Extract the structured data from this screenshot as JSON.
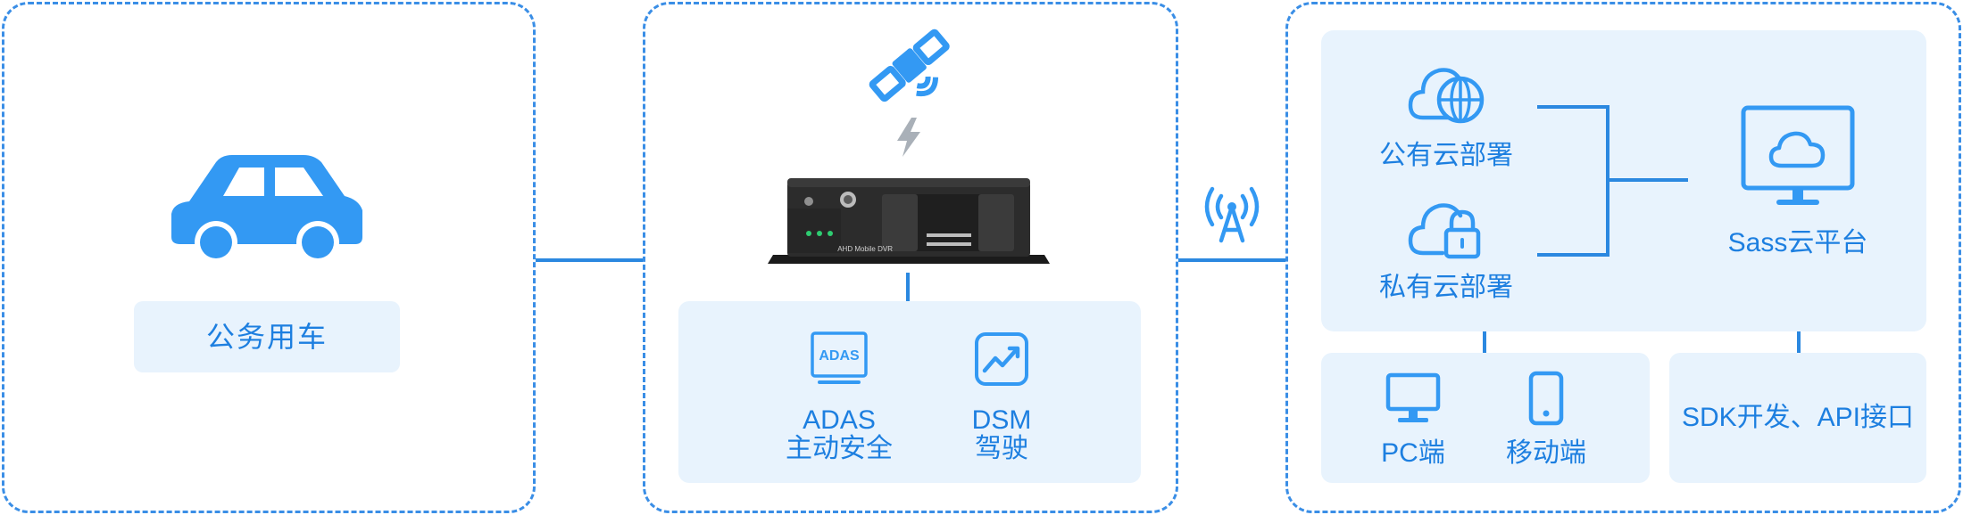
{
  "vehicle": {
    "label": "公务用车"
  },
  "device": {
    "model_text": "AHD Mobile DVR",
    "features": [
      {
        "icon_text": "ADAS",
        "line1": "ADAS",
        "line2": "主动安全"
      },
      {
        "line1": "DSM",
        "line2": "驾驶"
      }
    ]
  },
  "cloud": {
    "public_label": "公有云部署",
    "private_label": "私有云部署",
    "platform_label": "Sass云平台",
    "clients": [
      {
        "label": "PC端"
      },
      {
        "label": "移动端"
      }
    ],
    "sdk_label": "SDK开发、API接口"
  },
  "colors": {
    "accent": "#2b88e0",
    "icon_fill": "#3399f3",
    "soft_bg": "#e8f3fd",
    "border": "#3a8ee6"
  }
}
